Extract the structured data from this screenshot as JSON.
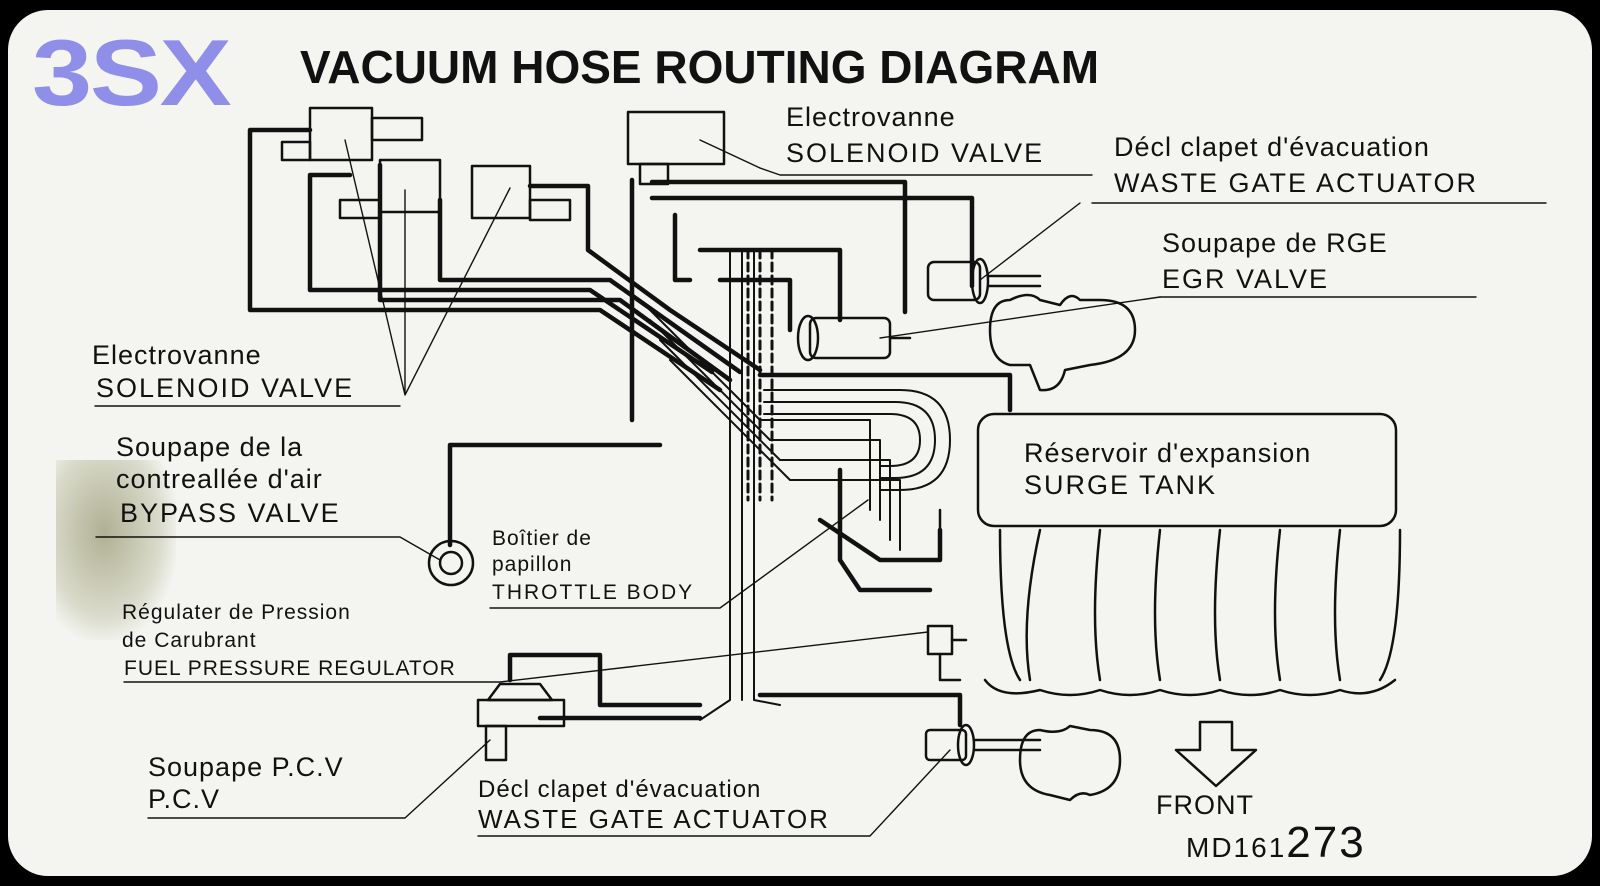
{
  "logo": "3SX",
  "title": "VACUUM HOSE ROUTING DIAGRAM",
  "labels": {
    "solenoid_top_fr": "Electrovanne",
    "solenoid_top_en": "SOLENOID VALVE",
    "wastegate_top_fr": "Décl clapet d'évacuation",
    "wastegate_top_en": "WASTE GATE ACTUATOR",
    "egr_fr": "Soupape de RGE",
    "egr_en": "EGR VALVE",
    "solenoid_left_fr": "Electrovanne",
    "solenoid_left_en": "SOLENOID VALVE",
    "bypass_fr1": "Soupape de la",
    "bypass_fr2": "contreallée d'air",
    "bypass_en": "BYPASS VALVE",
    "throttle_fr1": "Boîtier de",
    "throttle_fr2": "papillon",
    "throttle_en": "THROTTLE BODY",
    "surge_fr": "Réservoir d'expansion",
    "surge_en": "SURGE TANK",
    "fpr_fr1": "Régulater de Pression",
    "fpr_fr2": "de Carubrant",
    "fpr_en": "FUEL PRESSURE REGULATOR",
    "pcv_fr": "Soupape P.C.V",
    "pcv_en": "P.C.V",
    "wastegate_bottom_fr": "Décl clapet d'évacuation",
    "wastegate_bottom_en": "WASTE GATE ACTUATOR",
    "front": "FRONT"
  },
  "part_number_prefix": "MD161",
  "part_number_suffix": "273",
  "colors": {
    "background": "#000000",
    "card": "#f4f5f1",
    "ink": "#111111",
    "logo": "#8f8fe9"
  }
}
